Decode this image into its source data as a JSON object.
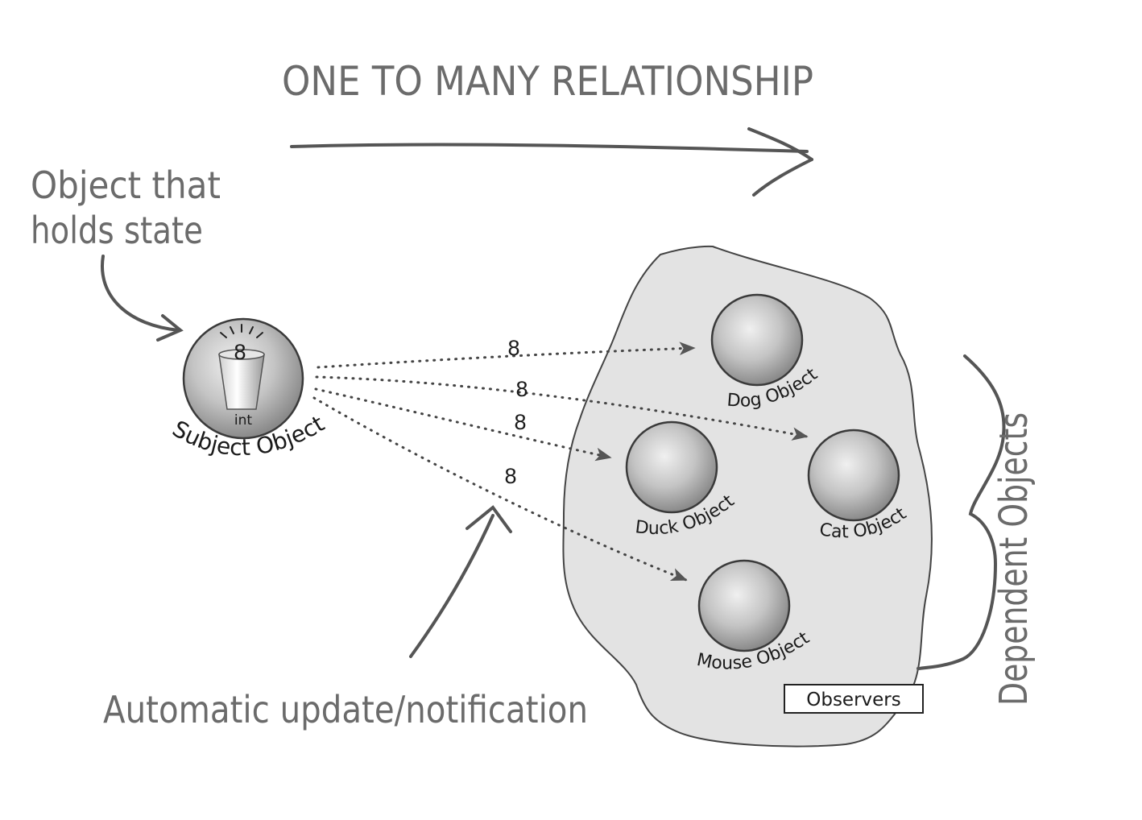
{
  "title": "ONE TO MANY RELATIONSHIP",
  "subject_annotation": {
    "line1": "Object that",
    "line2": "holds state"
  },
  "subject": {
    "label": "Subject Object",
    "value": "8",
    "type": "int"
  },
  "notifications": [
    "8",
    "8",
    "8",
    "8"
  ],
  "observers": [
    {
      "label": "Dog Object"
    },
    {
      "label": "Duck Object"
    },
    {
      "label": "Cat Object"
    },
    {
      "label": "Mouse Object"
    }
  ],
  "observers_box_label": "Observers",
  "dependent_label": "Dependent Objects",
  "update_label": "Automatic update/notification",
  "colors": {
    "ink": "#555555",
    "blob": "#e3e3e3",
    "sphere": "#bdbdbd",
    "annotation": "#6b6b6b"
  }
}
